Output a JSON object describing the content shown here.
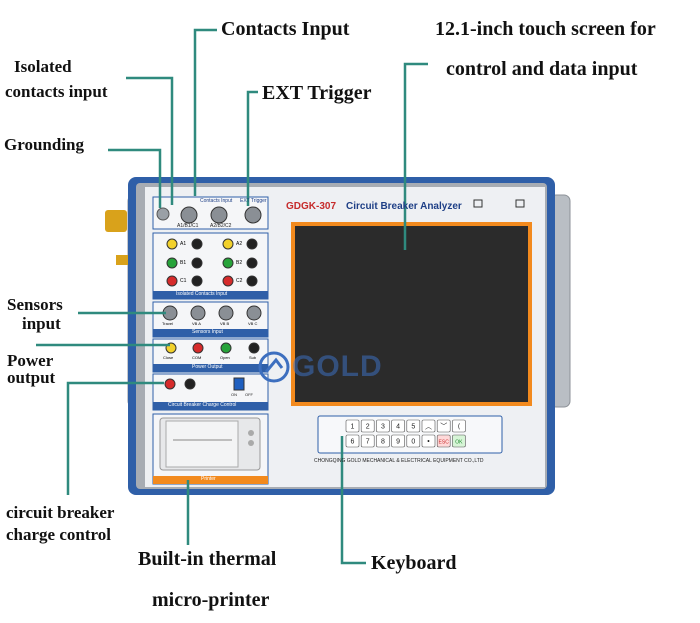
{
  "callouts": {
    "contacts_input": "Contacts Input",
    "touch_screen_line1": "12.1-inch touch screen for",
    "touch_screen_line2": "control and data input",
    "isolated_line1": "Isolated",
    "isolated_line2": "contacts input",
    "ext_trigger": "EXT Trigger",
    "grounding": "Grounding",
    "sensors_line1": "Sensors",
    "sensors_line2": "input",
    "power_line1": "Power",
    "power_line2": "output",
    "cb_charge_line1": "circuit breaker",
    "cb_charge_line2": "charge control",
    "printer_line1": "Built-in thermal",
    "printer_line2": "micro-printer",
    "keyboard": "Keyboard"
  },
  "device": {
    "model": "GDGK-307",
    "name": "Circuit Breaker Analyzer",
    "brand": "GOLD",
    "manufacturer": "CHONGQING GOLD MECHANICAL & ELECTRICAL EQUIPMENT CO.,LTD",
    "contacts_input_label": "Contacts Input",
    "contacts_a": "A1/B1/C1",
    "contacts_b": "A2/B2/C2",
    "ext_trigger_label": "EXT Trigger",
    "isolated_label": "Isolated Contacts Input",
    "sensors_label": "Sensors Input",
    "power_label": "Power Output",
    "cb_charge_label": "Circuit Breaker Charge Control",
    "printer_label": "Printer",
    "on_label": "ON",
    "off_label": "OFF",
    "row_a": [
      "A1",
      "A2"
    ],
    "row_b": [
      "B1",
      "B2"
    ],
    "row_c": [
      "C1",
      "C2"
    ],
    "sensor_ports": [
      "Travel",
      "VB A",
      "VB B",
      "VB C"
    ],
    "power_ports": [
      "Close",
      "COM",
      "Open",
      "Sub"
    ],
    "keys_row1": [
      "1",
      "2",
      "3",
      "4",
      "5",
      "︿",
      "﹀",
      "⟨"
    ],
    "keys_row2": [
      "6",
      "7",
      "8",
      "9",
      "0",
      "•",
      "ESC",
      "OK"
    ]
  },
  "colors": {
    "frame_blue": "#2f5fa8",
    "panel": "#eef0f3",
    "screen_border": "#f28a1e",
    "screen": "#2b2b2b",
    "callout_line": "#2f8a7e"
  }
}
